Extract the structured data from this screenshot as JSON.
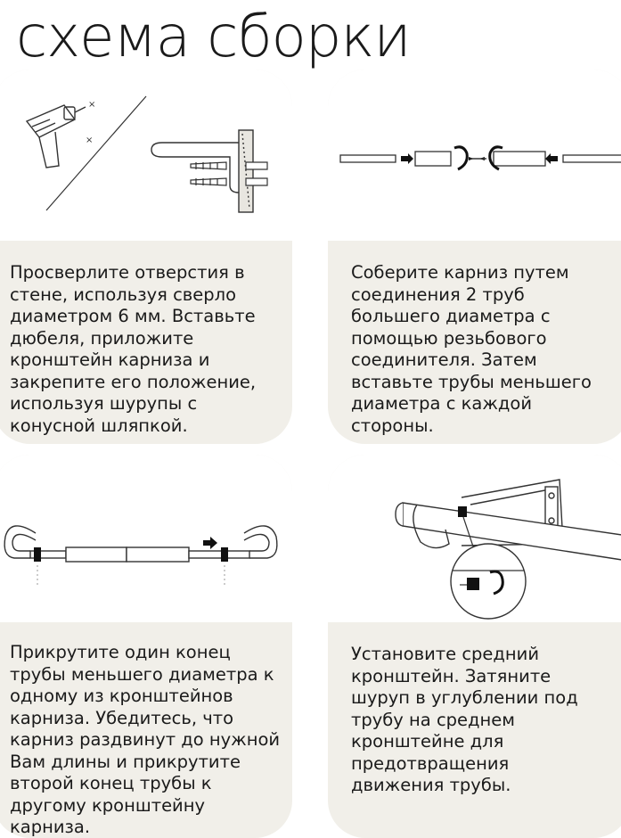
{
  "title": "схема сборки",
  "steps": [
    {
      "text": "Просверлите отверстия в\nстене, используя сверло\nдиаметром 6 мм. Вставьте\nдюбеля, приложите\nкронштейн карниза и\nзакрепите его положение,\nиспользуя шурупы с\nконусной шляпкой."
    },
    {
      "text": "Соберите карниз путем\nсоединения 2 труб\nбольшего диаметра с\nпомощью резьбового\nсоединителя. Затем\nвставьте трубы меньшего\nдиаметра с каждой\nстороны."
    },
    {
      "text": "Прикрутите один конец\nтрубы меньшего диаметра к\nодному из кронштейнов\nкарниза. Убедитесь, что\nкарниз раздвинут до нужной\nВам длины и прикрутите\nвторой конец трубы к\nдругому кронштейну\nкарниза."
    },
    {
      "text": "Установите средний\nкронштейн. Затяните\nшуруп в углублении под\nтрубу на среднем\nкронштейне для\nпредотвращения\nдвижения трубы."
    }
  ]
}
